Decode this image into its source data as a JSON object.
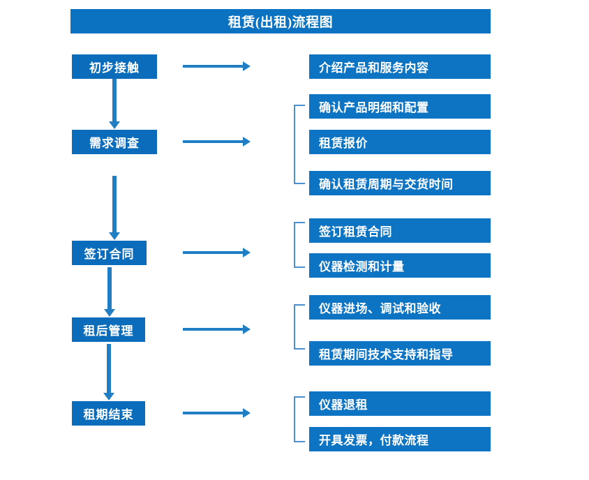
{
  "title": "租赁(出租)流程图",
  "colors": {
    "banner": "#0a72c0",
    "stage_box": "#0a6cba",
    "detail_box": "#0d74c4",
    "arrow": "#1f7ec4",
    "bracket": "#4a8fd0",
    "text": "#ffffff",
    "background": "#ffffff"
  },
  "chart_data": {
    "type": "diagram",
    "title": "租赁(出租)流程图",
    "orientation": "vertical",
    "stages": [
      {
        "label": "初步接触",
        "details": [
          "介绍产品和服务内容"
        ],
        "bracketed": false
      },
      {
        "label": "需求调查",
        "details": [
          "确认产品明细和配置",
          "租赁报价",
          "确认租赁周期与交货时间"
        ],
        "bracketed": true
      },
      {
        "label": "签订合同",
        "details": [
          "签订租赁合同",
          "仪器检测和计量"
        ],
        "bracketed": true
      },
      {
        "label": "租后管理",
        "details": [
          "仪器进场、调试和验收",
          "租赁期间技术支持和指导"
        ],
        "bracketed": true
      },
      {
        "label": "租期结束",
        "details": [
          "仪器退租",
          "开具发票，付款流程"
        ],
        "bracketed": true
      }
    ]
  },
  "stages": [
    {
      "label": "初步接触"
    },
    {
      "label": "需求调查"
    },
    {
      "label": "签订合同"
    },
    {
      "label": "租后管理"
    },
    {
      "label": "租期结束"
    }
  ],
  "details": [
    {
      "label": "介绍产品和服务内容"
    },
    {
      "label": "确认产品明细和配置"
    },
    {
      "label": "租赁报价"
    },
    {
      "label": "确认租赁周期与交货时间"
    },
    {
      "label": "签订租赁合同"
    },
    {
      "label": "仪器检测和计量"
    },
    {
      "label": "仪器进场、调试和验收"
    },
    {
      "label": "租赁期间技术支持和指导"
    },
    {
      "label": "仪器退租"
    },
    {
      "label": "开具发票，付款流程"
    }
  ]
}
